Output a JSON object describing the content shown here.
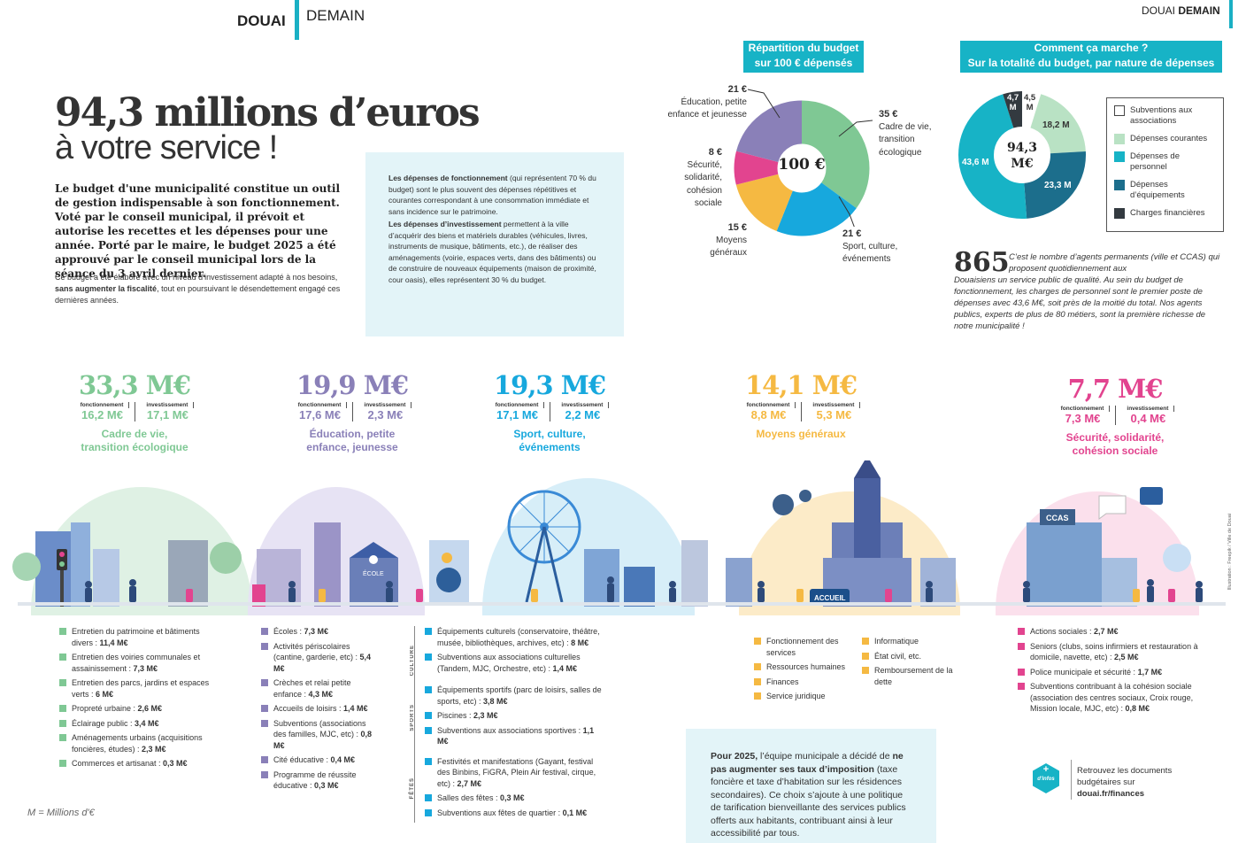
{
  "header": {
    "brand": "DOUAI",
    "section": "DEMAIN",
    "right_brand": "DOUAI",
    "right_section": "DEMAIN"
  },
  "title": {
    "line1": "94,3 millions d’euros",
    "line2": "à votre service !"
  },
  "intro": {
    "bold": "Le budget d'une municipalité constitue un outil de gestion indispensable à son fonctionnement. Voté par le conseil municipal, il prévoit et autorise les recettes et les dépenses pour une année. Porté par le maire, le budget 2025 a été approuvé par le conseil municipal lors de la séance du 3 avril dernier.",
    "small_a": "Ce budget a été élaboré avec un niveau d’investissement adapté à nos besoins, ",
    "small_b": "sans augmenter la fiscalité",
    "small_c": ", tout en poursuivant le désendettement engagé ces dernières années."
  },
  "infobox": {
    "p1_bold": "Les dépenses de fonctionnement",
    "p1": " (qui représentent 70 % du budget) sont le plus souvent des dépenses répétitives et courantes correspondant à une consommation immédiate et sans incidence sur le patrimoine.",
    "p2_bold": "Les dépenses d’investissement",
    "p2": " permettent à la ville d’acquérir des biens et matériels durables (véhicules, livres, instruments de musique, bâtiments, etc.), de réaliser des aménagements (voirie, espaces verts, dans des bâtiments) ou de construire de nouveaux équipements (maison de proximité, cour oasis), elles représentent 30 % du budget."
  },
  "pie1": {
    "title_l1": "Répartition du budget",
    "title_l2": "sur 100 € dépensés",
    "center": "100 €",
    "labels": [
      {
        "value": "35 €",
        "l1": "Cadre de vie,",
        "l2": "transition",
        "l3": "écologique"
      },
      {
        "value": "21 €",
        "l1": "Sport, culture,",
        "l2": "événements"
      },
      {
        "value": "15 €",
        "l1": "Moyens",
        "l2": "généraux"
      },
      {
        "value": "8 €",
        "l1": "Sécurité,",
        "l2": "solidarité,",
        "l3": "cohésion",
        "l4": "sociale"
      },
      {
        "value": "21 €",
        "l1": "Éducation, petite",
        "l2": "enfance et jeunesse"
      }
    ]
  },
  "pie2": {
    "title_l1": "Comment ça marche ?",
    "title_l2": "Sur la totalité du budget, par nature de dépenses",
    "center_l1": "94,3",
    "center_l2": "M€",
    "slice_labels": {
      "courantes": "18,2 M",
      "equipement": "23,3 M",
      "personnel": "43,6 M",
      "financieres_a": "4,7",
      "financieres_b": "M",
      "subventions_a": "4,5",
      "subventions_b": "M"
    },
    "legend": [
      "Subventions aux associations",
      "Dépenses courantes",
      "Dépenses de personnel",
      "Dépenses d’équipements",
      "Charges financières"
    ]
  },
  "staff": {
    "number": "865",
    "text_a": "C’est le nombre d’agents permanents (ville et CCAS) qui proposent quotidiennement aux",
    "text_b": "Douaisiens un service public de qualité. Au sein du budget de fonctionnement, les charges de personnel sont le premier poste de dépenses avec 43,6 M€, soit près de la moitié du total. Nos agents publics, experts de plus de 80 métiers, sont la première richesse de notre municipalité !"
  },
  "cats": [
    {
      "total": "33,3 M€",
      "f_label": "fonctionnement",
      "f": "16,2 M€",
      "i_label": "investissement",
      "i": "17,1 M€",
      "name1": "Cadre de vie,",
      "name2": "transition écologique",
      "color": "#7fc894"
    },
    {
      "total": "19,9 M€",
      "f_label": "fonctionnement",
      "f": "17,6 M€",
      "i_label": "investissement",
      "i": "2,3 M€",
      "name1": "Éducation, petite",
      "name2": "enfance, jeunesse",
      "color": "#8a80b8"
    },
    {
      "total": "19,3 M€",
      "f_label": "fonctionnement",
      "f": "17,1 M€",
      "i_label": "investissement",
      "i": "2,2 M€",
      "name1": "Sport, culture,",
      "name2": "événements",
      "color": "#17a8dd"
    },
    {
      "total": "14,1 M€",
      "f_label": "fonctionnement",
      "f": "8,8 M€",
      "i_label": "investissement",
      "i": "5,3 M€",
      "name1": "Moyens généraux",
      "name2": "",
      "color": "#f5b942"
    },
    {
      "total": "7,7 M€",
      "f_label": "fonctionnement",
      "f": "7,3 M€",
      "i_label": "investissement",
      "i": "0,4 M€",
      "name1": "Sécurité, solidarité,",
      "name2": "cohésion sociale",
      "color": "#e2448f"
    }
  ],
  "list_green": [
    {
      "t": "Entretien du patrimoine et bâtiments divers : ",
      "v": "11,4 M€"
    },
    {
      "t": "Entretien des voiries communales et assainissement : ",
      "v": "7,3 M€"
    },
    {
      "t": "Entretien des parcs, jardins et espaces verts : ",
      "v": "6 M€"
    },
    {
      "t": "Propreté urbaine : ",
      "v": "2,6 M€"
    },
    {
      "t": "Éclairage public : ",
      "v": "3,4 M€"
    },
    {
      "t": "Aménagements urbains (acquisitions foncières, études) : ",
      "v": "2,3 M€"
    },
    {
      "t": "Commerces et artisanat : ",
      "v": "0,3 M€"
    }
  ],
  "list_purple": [
    {
      "t": "Écoles : ",
      "v": "7,3 M€"
    },
    {
      "t": "Activités périscolaires (cantine, garderie, etc) : ",
      "v": "5,4 M€"
    },
    {
      "t": "Crèches et relai petite enfance : ",
      "v": "4,3 M€"
    },
    {
      "t": "Accueils de loisirs : ",
      "v": "1,4 M€"
    },
    {
      "t": "Subventions (associations des familles, MJC, etc) : ",
      "v": "0,8 M€"
    },
    {
      "t": "Cité éducative : ",
      "v": "0,4 M€"
    },
    {
      "t": "Programme de réussite éducative : ",
      "v": "0,3 M€"
    }
  ],
  "list_blue": {
    "culture_label": "CULTURE",
    "sports_label": "SPORTS",
    "fetes_label": "FÊTES",
    "culture": [
      {
        "t": "Équipements culturels (conservatoire, théâtre, musée, bibliothèques, archives, etc) : ",
        "v": "8 M€"
      },
      {
        "t": "Subventions aux associations culturelles (Tandem, MJC, Orchestre, etc) : ",
        "v": "1,4 M€"
      }
    ],
    "sports": [
      {
        "t": "Équipements sportifs (parc de loisirs, salles de sports, etc) : ",
        "v": "3,8 M€"
      },
      {
        "t": "Piscines : ",
        "v": "2,3 M€"
      },
      {
        "t": "Subventions aux associations sportives : ",
        "v": "1,1 M€"
      }
    ],
    "fetes": [
      {
        "t": "Festivités et manifestations (Gayant, festival des Binbins, FiGRA, Plein Air festival, cirque, etc) : ",
        "v": "2,7 M€"
      },
      {
        "t": "Salles des fêtes : ",
        "v": "0,3 M€"
      },
      {
        "t": "Subventions aux fêtes de quartier : ",
        "v": "0,1 M€"
      }
    ]
  },
  "list_yellow_a": [
    "Fonctionnement des services",
    "Ressources humaines",
    "Finances",
    "Service juridique"
  ],
  "list_yellow_b": [
    "Informatique",
    "État civil, etc.",
    "Remboursement de la dette"
  ],
  "list_pink": [
    {
      "t": "Actions sociales : ",
      "v": "2,7 M€"
    },
    {
      "t": "Seniors (clubs, soins infirmiers et restauration à domicile, navette, etc) : ",
      "v": "2,5 M€"
    },
    {
      "t": "Police municipale et sécurité : ",
      "v": "1,7 M€"
    },
    {
      "t": "Subventions contribuant à la cohésion sociale (association des centres sociaux, Croix rouge, Mission locale, MJC, etc) : ",
      "v": "0,8 M€"
    }
  ],
  "box2025": {
    "a": "Pour 2025,",
    "b": " l’équipe municipale a décidé de ",
    "c": "ne pas augmenter ses taux d’imposition",
    "d": " (taxe foncière et taxe d’habitation sur les résidences secondaires). Ce choix s’ajoute à une politique de tarification bienveillante des services publics offerts aux habitants, contribuant ainsi à leur accessibilité par tous."
  },
  "infos": {
    "badge_plus": "+",
    "badge_text": "d'infos",
    "l1": "Retrouvez les documents",
    "l2": "budgétaires sur",
    "url": "douai.fr/finances"
  },
  "illustration": {
    "ccas": "CCAS",
    "ecole": "ÉCOLE",
    "accueil": "ACCUEIL",
    "credit": "Illustration : Freepik / Ville de Douai"
  },
  "footnote": "M = Millions d'€",
  "colors": {
    "teal": "#17b3c6",
    "green": "#7fc894",
    "purple": "#8a80b8",
    "blue": "#17a8dd",
    "yellow": "#f5b942",
    "pink": "#e2448f",
    "navy": "#1c6e8c",
    "light_green": "#b9e2c4",
    "dark": "#333a40"
  }
}
